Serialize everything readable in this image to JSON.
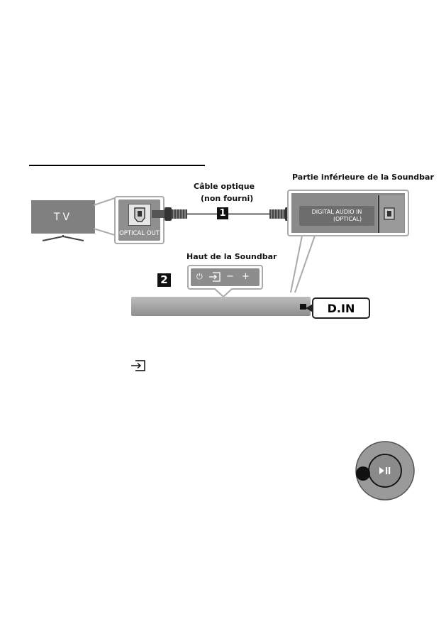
{
  "labels": {
    "cable_line1": "Câble optique",
    "cable_line2": "(non fourni)",
    "bottom_title": "Partie inférieure de la Soundbar",
    "top_title": "Haut de la Soundbar"
  },
  "tv": {
    "label": "TV"
  },
  "optical_port": {
    "label": "OPTICAL OUT"
  },
  "soundbar_bottom_port": {
    "line1": "DIGITAL AUDIO IN",
    "line2": "(OPTICAL)"
  },
  "steps": {
    "one": "1",
    "two": "2"
  },
  "controls": {
    "power": "⏻",
    "minus": "−",
    "plus": "+"
  },
  "display": {
    "text": "D.IN"
  },
  "icons": [
    "source-icon",
    "play-pause-icon",
    "power-icon",
    "optical-port-icon"
  ],
  "colors": {
    "panel_gray": "#8d8d8d",
    "black": "#111111"
  }
}
